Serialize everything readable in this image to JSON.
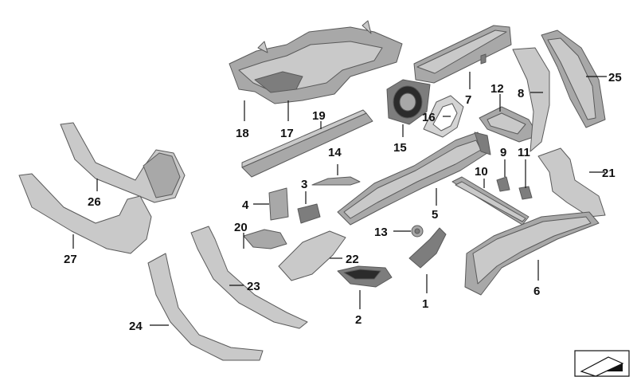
{
  "diagram": {
    "parts": [
      {
        "number": "1",
        "name": "bracket-1"
      },
      {
        "number": "2",
        "name": "bracket-2"
      },
      {
        "number": "3",
        "name": "module-3"
      },
      {
        "number": "4",
        "name": "module-4"
      },
      {
        "number": "5",
        "name": "air-duct-5"
      },
      {
        "number": "6",
        "name": "air-duct-6"
      },
      {
        "number": "7",
        "name": "channel-7"
      },
      {
        "number": "8",
        "name": "trim-8"
      },
      {
        "number": "9",
        "name": "clip-9"
      },
      {
        "number": "10",
        "name": "rail-10"
      },
      {
        "number": "11",
        "name": "clip-11"
      },
      {
        "number": "12",
        "name": "holder-12"
      },
      {
        "number": "13",
        "name": "fastener-13"
      },
      {
        "number": "14",
        "name": "bracket-14"
      },
      {
        "number": "15",
        "name": "speaker-15"
      },
      {
        "number": "16",
        "name": "frame-16"
      },
      {
        "number": "17",
        "name": "tunnel-cover-17"
      },
      {
        "number": "18",
        "name": "tunnel-cover-18"
      },
      {
        "number": "19",
        "name": "rail-19"
      },
      {
        "number": "20",
        "name": "holder-20"
      },
      {
        "number": "21",
        "name": "bracket-21"
      },
      {
        "number": "22",
        "name": "cover-22"
      },
      {
        "number": "23",
        "name": "sill-trim-23"
      },
      {
        "number": "24",
        "name": "sill-trim-24"
      },
      {
        "number": "25",
        "name": "duct-25"
      },
      {
        "number": "26",
        "name": "cover-26"
      },
      {
        "number": "27",
        "name": "cover-27"
      }
    ]
  },
  "colors": {
    "line": "#111111",
    "part_light": "#c9c9c9",
    "part_mid": "#a8a8a8",
    "part_dark": "#7d7d7d"
  },
  "corner_icon": "diagram-reference-icon"
}
